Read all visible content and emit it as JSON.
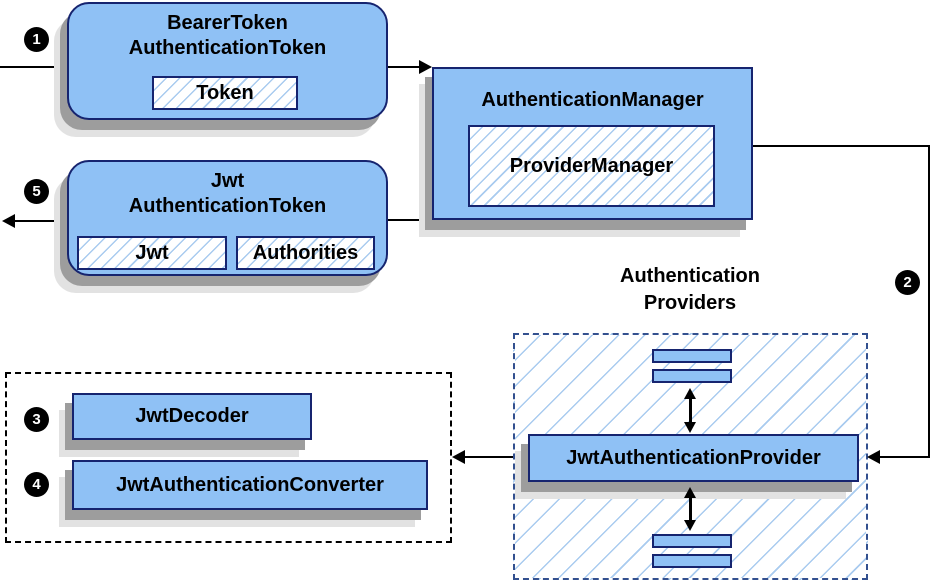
{
  "nodes": {
    "bearer_token": {
      "line1": "BearerToken",
      "line2": "AuthenticationToken",
      "chip": "Token"
    },
    "auth_manager": {
      "title": "AuthenticationManager",
      "inner": "ProviderManager"
    },
    "jwt_token": {
      "line1": "Jwt",
      "line2": "AuthenticationToken",
      "chip_jwt": "Jwt",
      "chip_authorities": "Authorities"
    },
    "providers_label": {
      "line1": "Authentication",
      "line2": "Providers"
    },
    "jwt_auth_provider": {
      "label": "JwtAuthenticationProvider"
    },
    "jwt_decoder": {
      "label": "JwtDecoder"
    },
    "jwt_auth_converter": {
      "label": "JwtAuthenticationConverter"
    }
  },
  "steps": {
    "s1": "1",
    "s2": "2",
    "s3": "3",
    "s4": "4",
    "s5": "5"
  },
  "colors": {
    "box_fill": "#8FC1F5",
    "box_border": "#16246F",
    "hatch_line": "#A9CBEF",
    "providers_dash_border": "#33508F",
    "shadow_dark": "#9d9d9d",
    "shadow_light": "#e2e2e2",
    "arrow": "#000000"
  },
  "edges": [
    {
      "from": "incoming-request",
      "to": "bearer-token-authentication-token",
      "step": "1"
    },
    {
      "from": "bearer-token-authentication-token",
      "to": "authentication-manager",
      "step": ""
    },
    {
      "from": "authentication-manager",
      "to": "jwt-authentication-provider",
      "step": "2"
    },
    {
      "from": "jwt-authentication-provider",
      "to": "decoder-converter-group",
      "steps": "3,4"
    },
    {
      "from": "authentication-manager",
      "to": "jwt-authentication-token",
      "step": ""
    },
    {
      "from": "jwt-authentication-token",
      "to": "outgoing-result",
      "step": "5"
    }
  ]
}
